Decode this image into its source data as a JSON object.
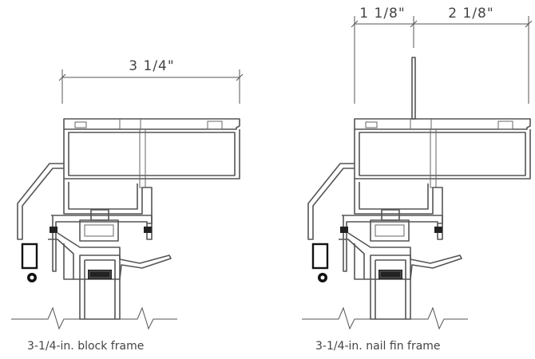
{
  "diagrams": [
    {
      "caption": "3-1/4-in. block frame",
      "dimensions": [
        {
          "label": "3 1/4\""
        }
      ]
    },
    {
      "caption": "3-1/4-in. nail fin frame",
      "dimensions": [
        {
          "label": "1 1/8\""
        },
        {
          "label": "2 1/8\""
        }
      ]
    }
  ],
  "colors": {
    "line": "#555555",
    "gasket": "#111111"
  }
}
